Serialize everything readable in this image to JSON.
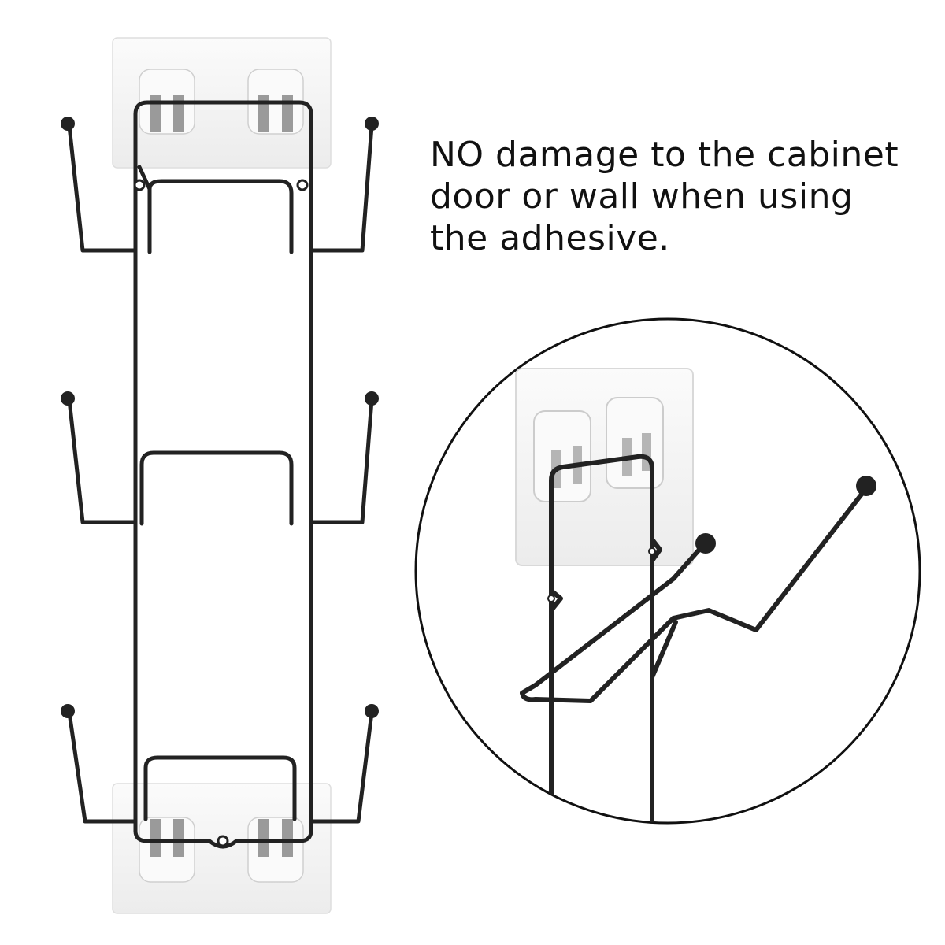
{
  "caption": {
    "lines": [
      "NO damage to the cabinet",
      "door or wall when using",
      "the adhesive."
    ]
  },
  "colors": {
    "background": "#ffffff",
    "wire": "#222222",
    "adhesive_pad": "#f2f2f2",
    "pad_border": "#dcdcdc",
    "text": "#111111"
  },
  "product": {
    "tiers": 3,
    "adhesive_pads": 2
  }
}
